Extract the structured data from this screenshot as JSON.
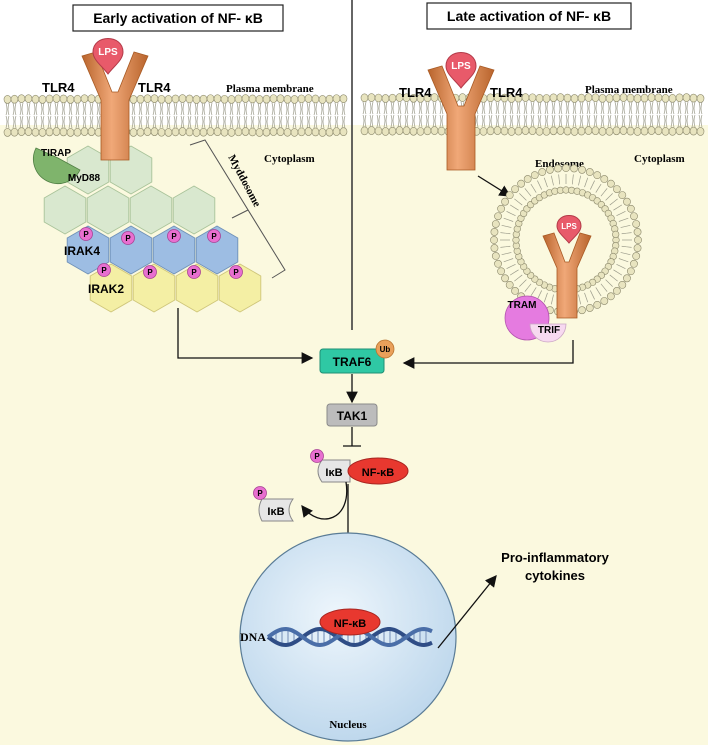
{
  "titles": {
    "early": "Early activation of NF- κB",
    "late": "Late activation of NF- κB"
  },
  "left": {
    "lps": "LPS",
    "tlr4_left": "TLR4",
    "tlr4_right": "TLR4",
    "plasma_membrane": "Plasma membrane",
    "cytoplasm": "Cytoplasm",
    "tirap": "TIRAP",
    "myd88": "MyD88",
    "irak4": "IRAK4",
    "irak2": "IRAK2",
    "myddosome": "Myddosome",
    "phospho": "P"
  },
  "right": {
    "lps": "LPS",
    "tlr4_left": "TLR4",
    "tlr4_right": "TLR4",
    "plasma_membrane": "Plasma membrane",
    "cytoplasm": "Cytoplasm",
    "endosome": "Endosome",
    "endosome_lps": "LPS",
    "tram": "TRAM",
    "trif": "TRIF"
  },
  "pathway": {
    "traf6": "TRAF6",
    "ub": "Ub",
    "tak1": "TAK1",
    "ikb": "IκB",
    "nfkb": "NF-κB",
    "ikb_released": "IκB",
    "phospho": "P"
  },
  "nucleus": {
    "nfkb": "NF-κB",
    "dna": "DNA",
    "label": "Nucleus",
    "output_line1": "Pro-inflammatory",
    "output_line2": "cytokines"
  },
  "colors": {
    "cytoplasm": "#fbf9df",
    "receptor": "#e0935c",
    "lps": "#e85a6a",
    "phospho": "#e86fd0",
    "tirap": "#7fb46c",
    "hex_green": "#d9e8cf",
    "hex_blue": "#9dbde3",
    "hex_yellow": "#f4efa4",
    "traf6": "#2fc8a4",
    "tak1": "#bcbcbc",
    "nfkb": "#e8382f",
    "nucleus": "#cfe3f3",
    "tram": "#e57be0",
    "trif": "#f7d9f0",
    "membrane": "#e8e4bf"
  }
}
